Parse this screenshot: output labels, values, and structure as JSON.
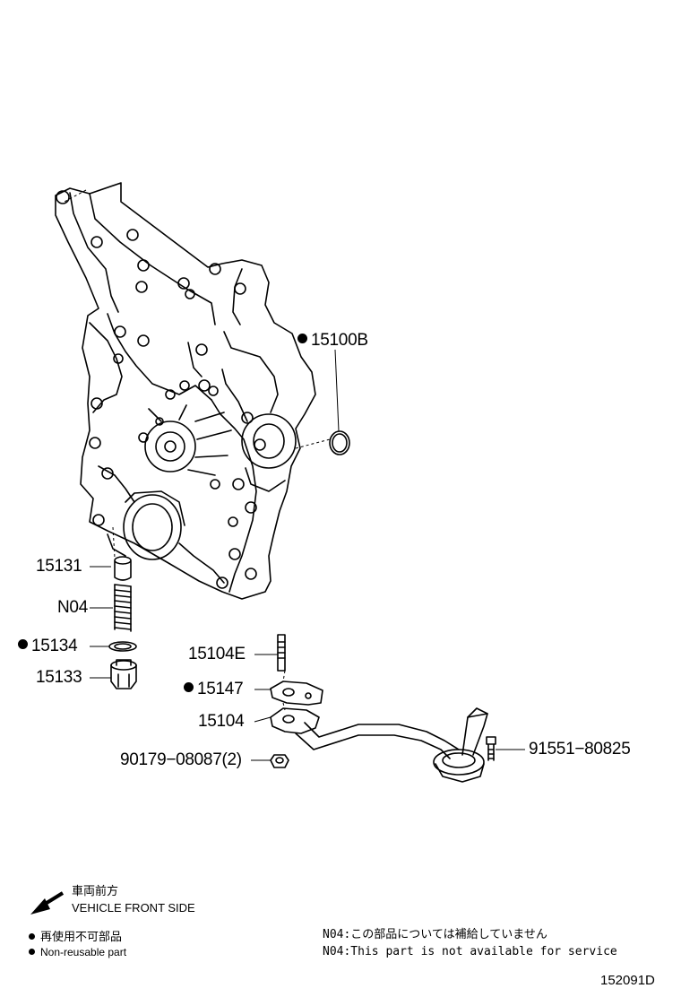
{
  "parts": {
    "p15100b": "15100B",
    "p15131": "15131",
    "pN04": "N04",
    "p15134": "15134",
    "p15133": "15133",
    "p15104e": "15104E",
    "p15147": "15147",
    "p15104": "15104",
    "p90179": "90179−08087(2)",
    "p91551": "91551−80825"
  },
  "legend": {
    "front_jp": "車両前方",
    "front_en": "VEHICLE FRONT SIDE",
    "nonreuse_jp": "再使用不可部品",
    "nonreuse_en": "Non-reusable part",
    "note_jp": "N04:この部品については補給していません",
    "note_en": "N04:This part is not available for service"
  },
  "figure_id": "152091D"
}
